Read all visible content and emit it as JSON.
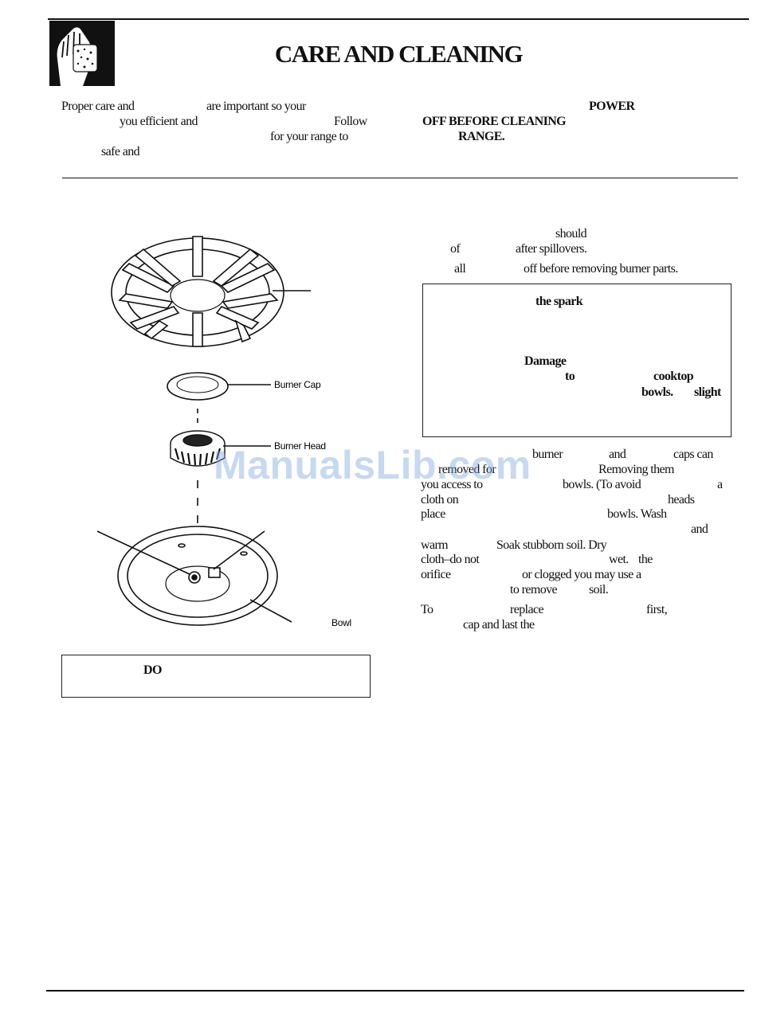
{
  "page": {
    "title": "CARE AND CLEANING"
  },
  "intro": {
    "left_lines": [
      "Proper care and",
      "are important so your",
      "you efficient and",
      "Follow",
      "for your range to",
      "safe and"
    ],
    "warning_lines": [
      "POWER",
      "OFF BEFORE CLEANING",
      "RANGE."
    ]
  },
  "diagram": {
    "labels": {
      "burner_cap": "Burner Cap",
      "burner_head": "Burner Head",
      "bowl": "Bowl"
    }
  },
  "left_note": {
    "text": "DO"
  },
  "right_column": {
    "para1": [
      "should",
      "of",
      "after spillovers.",
      "all",
      "off before removing burner parts."
    ],
    "box_fragments": [
      "the spark",
      "Damage",
      "to",
      "cooktop",
      "bowls.",
      "slight"
    ],
    "para2": [
      "burner",
      "and",
      "caps can",
      "removed for",
      "Removing them",
      "you access to",
      "bowls. (To avoid",
      "a",
      "cloth on",
      "heads",
      "place",
      "bowls. Wash",
      "and",
      "warm",
      "Soak stubborn soil. Dry",
      "cloth–do not",
      "wet.",
      "the",
      "orifice",
      "or clogged you may use a",
      "to remove",
      "soil."
    ],
    "para3": [
      "To",
      "replace",
      "first,",
      "cap and last the"
    ]
  },
  "watermark": "ManualsLib.com"
}
